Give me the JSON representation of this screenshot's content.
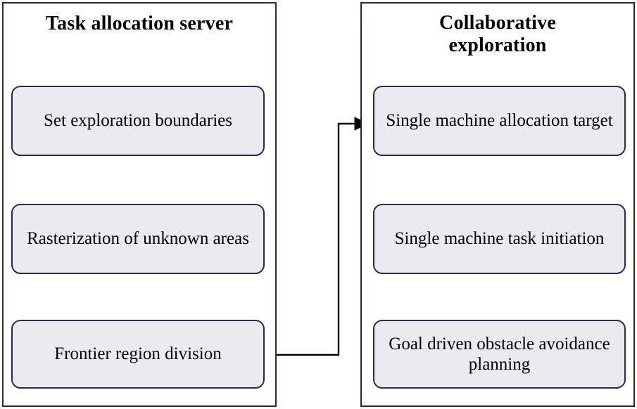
{
  "diagram": {
    "type": "flowchart",
    "background_color": "#ffffff",
    "panel_border_color": "#252a4a",
    "node_fill_color": "#ebebef",
    "node_border_color": "#272c50",
    "edge_color": "#000000",
    "panels": [
      {
        "id": "task-allocation-server",
        "title": "Task allocation server",
        "nodes": [
          {
            "id": "set-exploration-boundaries",
            "label": "Set exploration boundaries"
          },
          {
            "id": "rasterization-of-unknown-areas",
            "label": "Rasterization of unknown areas"
          },
          {
            "id": "frontier-region-division",
            "label": "Frontier region division"
          }
        ]
      },
      {
        "id": "collaborative-exploration",
        "title": "Collaborative exploration",
        "title_line1": "Collaborative",
        "title_line2": "exploration",
        "nodes": [
          {
            "id": "single-machine-allocation-target",
            "label": "Single machine allocation target"
          },
          {
            "id": "single-machine-task-initiation",
            "label": "Single machine task initiation"
          },
          {
            "id": "goal-driven-obstacle-avoidance-planning",
            "label": "Goal driven obstacle avoidance planning"
          }
        ]
      }
    ],
    "edges": [
      {
        "id": "edge-l0-l1",
        "from": "set-exploration-boundaries",
        "to": "rasterization-of-unknown-areas",
        "style": "straight-down-arrow"
      },
      {
        "id": "edge-l1-l2",
        "from": "rasterization-of-unknown-areas",
        "to": "frontier-region-division",
        "style": "straight-down-arrow"
      },
      {
        "id": "edge-l2-r0",
        "from": "frontier-region-division",
        "to": "single-machine-allocation-target",
        "style": "orthogonal-right-up-right-arrow"
      },
      {
        "id": "edge-r0-r1",
        "from": "single-machine-allocation-target",
        "to": "single-machine-task-initiation",
        "style": "straight-down-arrow"
      },
      {
        "id": "edge-r1-r2",
        "from": "single-machine-task-initiation",
        "to": "goal-driven-obstacle-avoidance-planning",
        "style": "straight-down-arrow"
      }
    ]
  }
}
